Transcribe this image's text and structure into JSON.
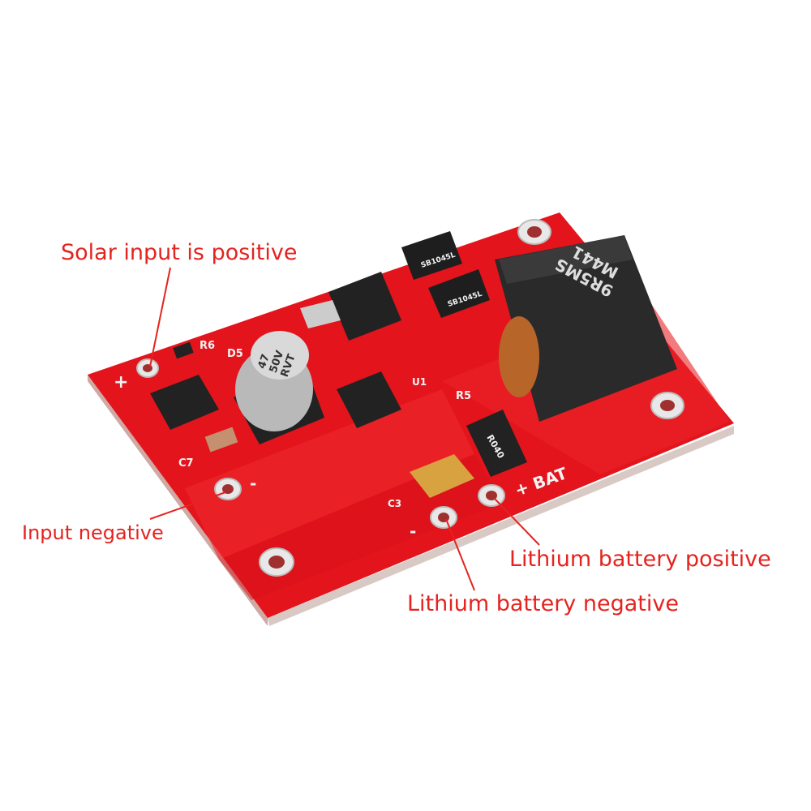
{
  "annotations": {
    "solar_positive": "Solar input is positive",
    "input_negative": "Input negative",
    "battery_positive": "Lithium battery positive",
    "battery_negative": "Lithium battery negative"
  },
  "silkscreen": {
    "plus": "+",
    "minus": "-",
    "bat": "+ BAT",
    "bat_minus": "-",
    "r6": "R6",
    "d5": "D5",
    "c7": "C7",
    "r5": "R5",
    "u1": "U1",
    "c3": "C3",
    "cap_marking_1": "47",
    "cap_marking_2": "50V",
    "cap_marking_3": "RVT",
    "inductor_marking_1": "9R5MS",
    "inductor_marking_2": "M441",
    "diode_marking": "SB1045L",
    "resistor_marking": "R040"
  },
  "colors": {
    "annotation": "#e5231f",
    "pcb": "#e3141c",
    "inductor": "#2a2a2a"
  }
}
